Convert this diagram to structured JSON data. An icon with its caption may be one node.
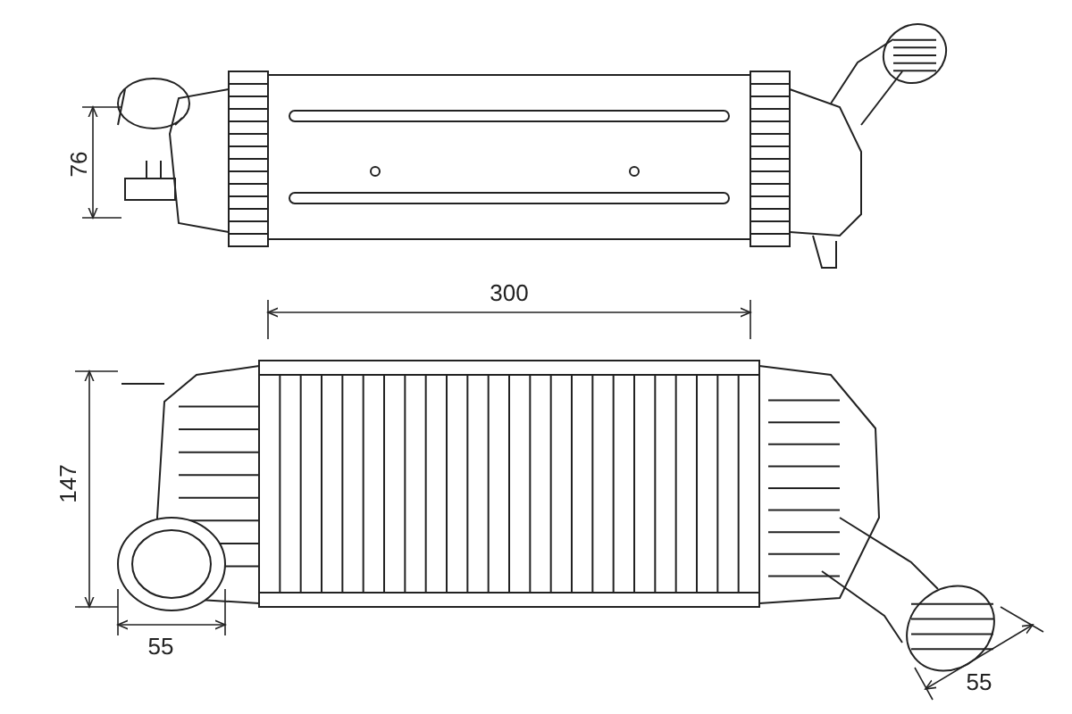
{
  "diagram": {
    "labels": [
      "76",
      "300",
      "147",
      "55",
      "55"
    ]
  }
}
